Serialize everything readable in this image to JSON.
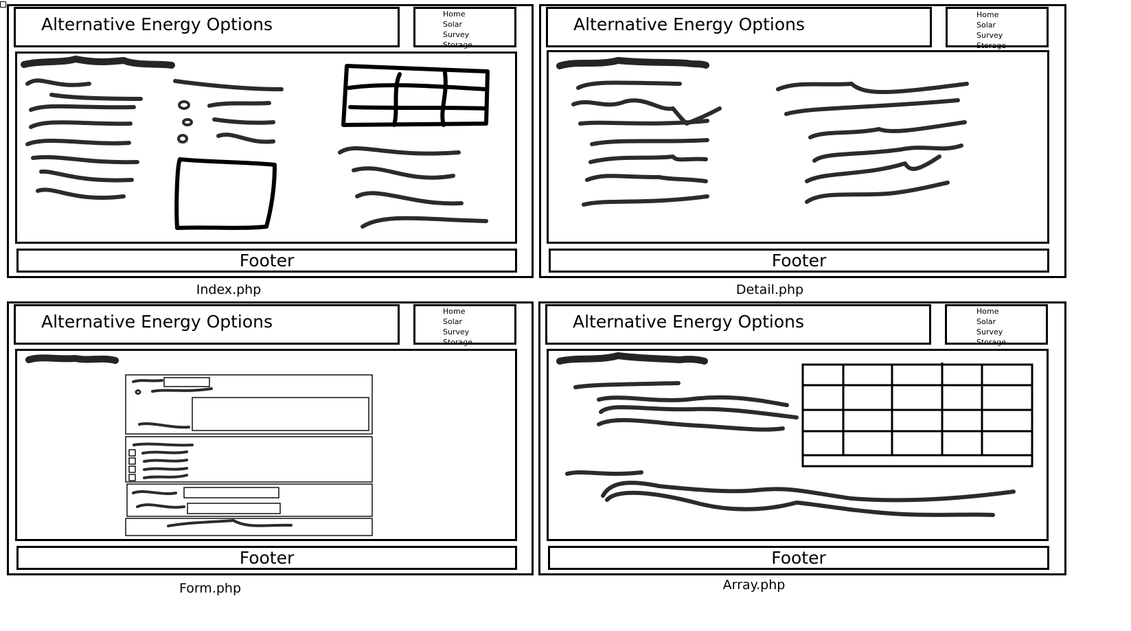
{
  "wireframes": [
    {
      "site_title": "Alternative Energy Options",
      "nav": [
        "Home",
        "Solar",
        "Survey",
        "Storage"
      ],
      "footer": "Footer",
      "caption": "Index.php"
    },
    {
      "site_title": "Alternative Energy Options",
      "nav": [
        "Home",
        "Solar",
        "Survey",
        "Storage"
      ],
      "footer": "Footer",
      "caption": "Detail.php"
    },
    {
      "site_title": "Alternative Energy Options",
      "nav": [
        "Home",
        "Solar",
        "Survey",
        "Storage"
      ],
      "footer": "Footer",
      "caption": "Form.php"
    },
    {
      "site_title": "Alternative Energy Options",
      "nav": [
        "Home",
        "Solar",
        "Survey",
        "Storage"
      ],
      "footer": "Footer",
      "caption": "Array.php"
    }
  ]
}
